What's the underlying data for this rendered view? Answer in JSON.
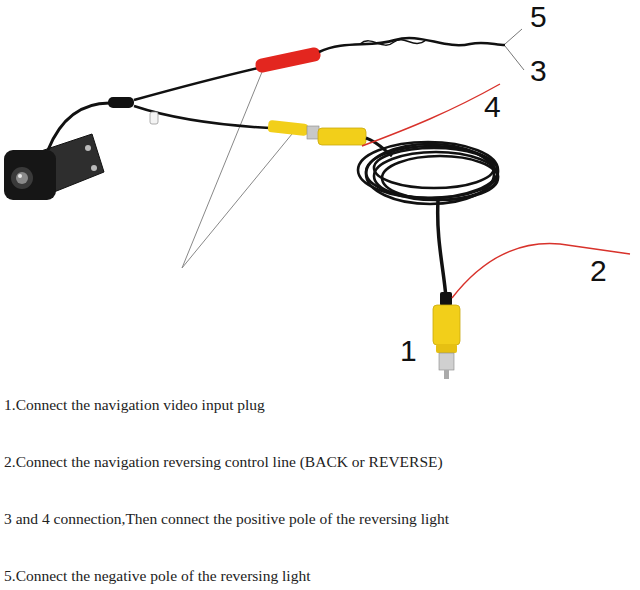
{
  "diagram": {
    "labels": [
      "5",
      "3",
      "4",
      "2",
      "1",
      "1.Connect the navigation video input plug",
      "2.Connect the navigation reversing control line (BACK or REVERSE)",
      "3 and 4 connection,Then connect the positive pole of the reversing light",
      "5.Connect the negative pole of the reversing light"
    ]
  }
}
